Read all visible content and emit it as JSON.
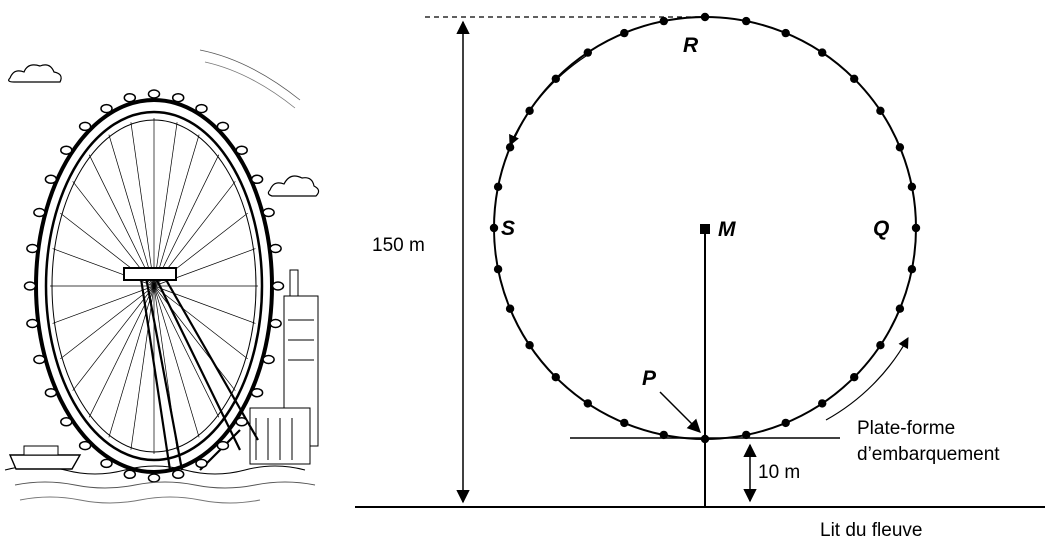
{
  "labels": {
    "point_r": "R",
    "point_s": "S",
    "point_q": "Q",
    "point_m": "M",
    "point_p": "P",
    "height": "150 m",
    "platform_height": "10 m",
    "platform": "Plate-forme",
    "boarding": "d’embarquement",
    "riverbed": "Lit du fleuve"
  },
  "wheel": {
    "cabin_count": 32
  },
  "colors": {
    "ink": "#000000",
    "background": "#ffffff"
  }
}
